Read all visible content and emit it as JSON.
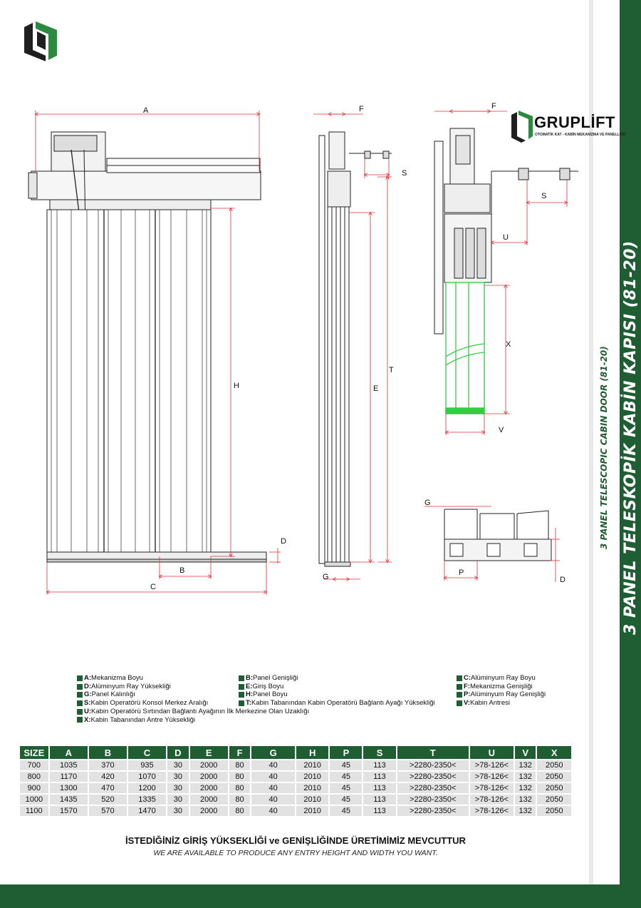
{
  "side": {
    "title_tr": "3 PANEL  TELESKOPİK KABİN KAPISI (81-20)",
    "title_en": "3 PANEL TELESCOPIC CABIN DOOR (81-20)"
  },
  "brand": {
    "name": "GRUPLİFT",
    "tagline": "OTOMATİK KAT - KABİN MEKANİZMA VE PANELLERİ"
  },
  "drawing_labels": {
    "A": "A",
    "B": "B",
    "C": "C",
    "D": "D",
    "E": "E",
    "F": "F",
    "G": "G",
    "H": "H",
    "P": "P",
    "S": "S",
    "T": "T",
    "U": "U",
    "V": "V",
    "X": "X"
  },
  "legend": {
    "col1": [
      {
        "key": "A:",
        "text": "Mekanizma Boyu"
      },
      {
        "key": "D:",
        "text": "Alüminyum Ray Yüksekliği"
      },
      {
        "key": "G:",
        "text": "Panel Kalınlığı"
      },
      {
        "key": "S:",
        "text": "Kabin Operatörü Konsol Merkez Aralığı"
      },
      {
        "key": "U:",
        "text": "Kabin Operatörü Sırtından Bağlantı Ayağının İlk Merkezine Olan Uzaklığı"
      },
      {
        "key": "X:",
        "text": "Kabin Tabanından Antre Yüksekliği"
      }
    ],
    "col2": [
      {
        "key": "B:",
        "text": "Panel Genişliği"
      },
      {
        "key": "E:",
        "text": "Giriş Boyu"
      },
      {
        "key": "H:",
        "text": "Panel Boyu"
      },
      {
        "key": "T:",
        "text": "Kabin Tabanından Kabin Operatörü Bağlantı Ayağı Yüksekliği"
      }
    ],
    "col3": [
      {
        "key": "C:",
        "text": "Alüminyum Ray Boyu"
      },
      {
        "key": "F:",
        "text": "Mekanizma Genişliği"
      },
      {
        "key": "P:",
        "text": "Alüminyum Ray Genişliği"
      },
      {
        "key": "V:",
        "text": "Kabin Antresi"
      }
    ]
  },
  "table": {
    "headers": [
      "SIZE",
      "A",
      "B",
      "C",
      "D",
      "E",
      "F",
      "G",
      "H",
      "P",
      "S",
      "T",
      "U",
      "V",
      "X"
    ],
    "rows": [
      [
        "700",
        "1035",
        "370",
        "935",
        "30",
        "2000",
        "80",
        "40",
        "2010",
        "45",
        "113",
        ">2280-2350<",
        ">78-126<",
        "132",
        "2050"
      ],
      [
        "800",
        "1170",
        "420",
        "1070",
        "30",
        "2000",
        "80",
        "40",
        "2010",
        "45",
        "113",
        ">2280-2350<",
        ">78-126<",
        "132",
        "2050"
      ],
      [
        "900",
        "1300",
        "470",
        "1200",
        "30",
        "2000",
        "80",
        "40",
        "2010",
        "45",
        "113",
        ">2280-2350<",
        ">78-126<",
        "132",
        "2050"
      ],
      [
        "1000",
        "1435",
        "520",
        "1335",
        "30",
        "2000",
        "80",
        "40",
        "2010",
        "45",
        "113",
        ">2280-2350<",
        ">78-126<",
        "132",
        "2050"
      ],
      [
        "1100",
        "1570",
        "570",
        "1470",
        "30",
        "2000",
        "80",
        "40",
        "2010",
        "45",
        "113",
        ">2280-2350<",
        ">78-126<",
        "132",
        "2050"
      ]
    ]
  },
  "notes": {
    "tr": "İSTEDİĞİNİZ GİRİŞ YÜKSEKLİĞİ ve GENİŞLİĞİNDE ÜRETİMİMİZ MEVCUTTUR",
    "en": "WE ARE AVAILABLE TO PRODUCE ANY ENTRY HEIGHT AND WIDTH YOU WANT."
  },
  "colors": {
    "brand_green": "#1f5e32",
    "dimension_red": "#e0303a",
    "panel_green": "#33cc44"
  }
}
